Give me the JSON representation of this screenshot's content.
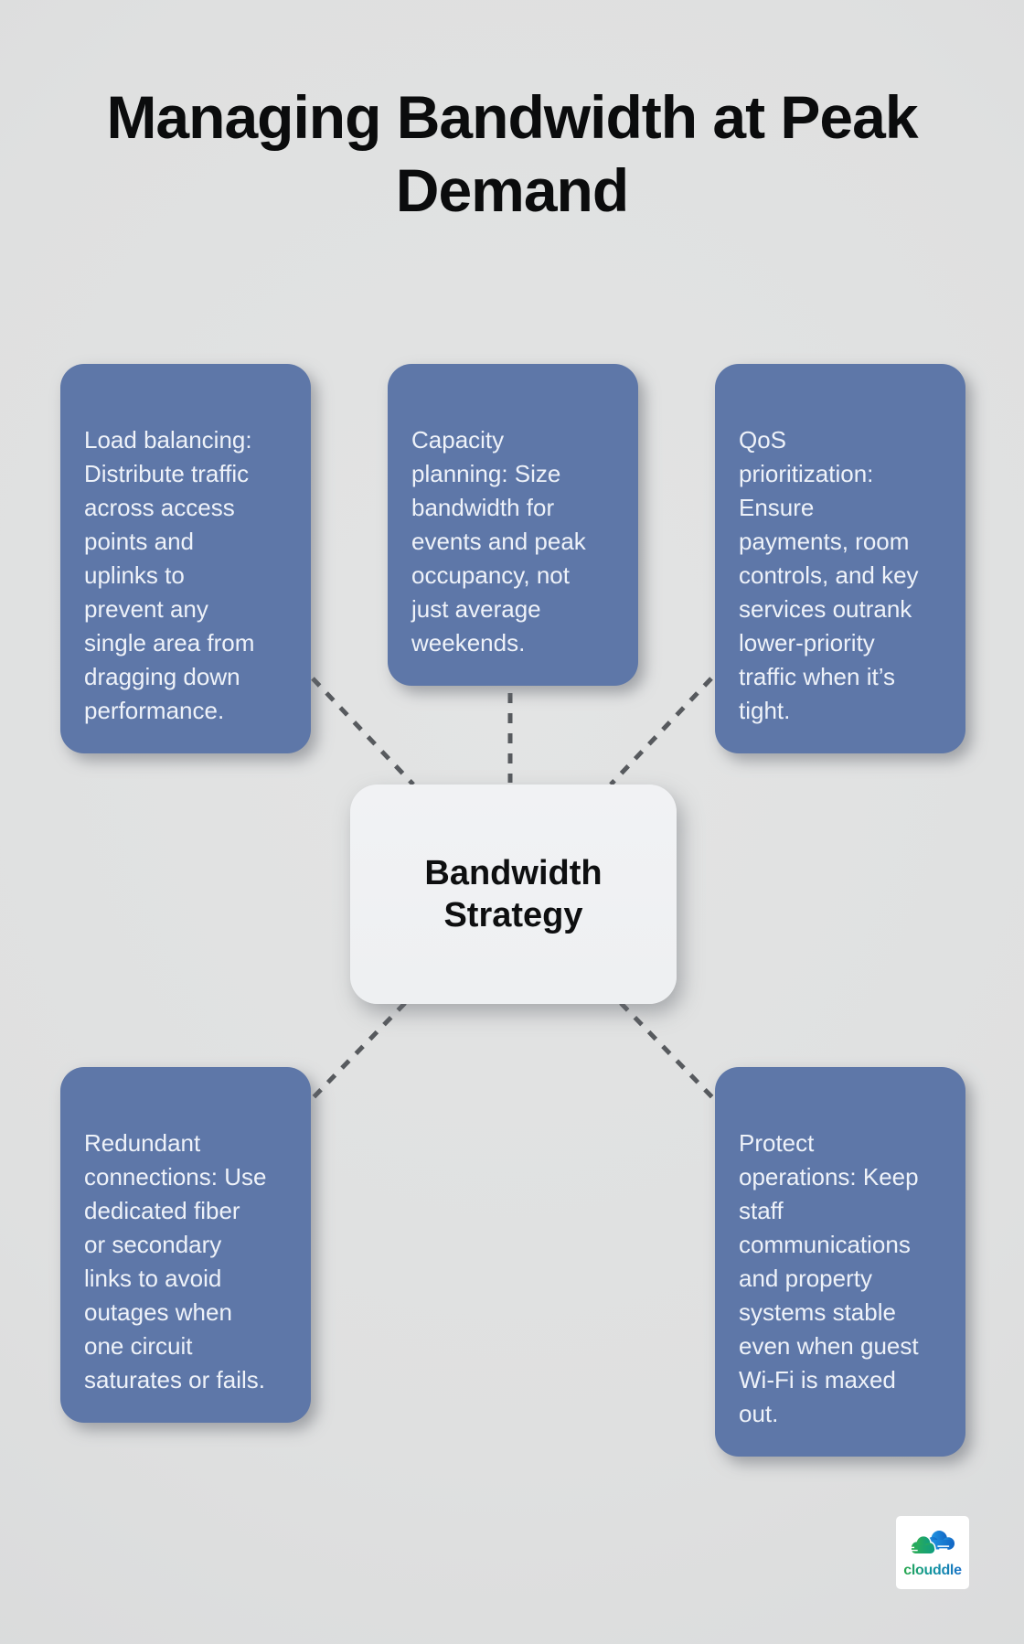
{
  "title": "Managing Bandwidth at Peak\nDemand",
  "center_node": {
    "label": "Bandwidth\nStrategy"
  },
  "nodes": [
    {
      "name": "load-balancing",
      "text": "Load balancing:\nDistribute traffic\nacross access\npoints and\nuplinks to\nprevent any\nsingle area from\ndragging down\nperformance."
    },
    {
      "name": "capacity-planning",
      "text": "Capacity\nplanning: Size\nbandwidth for\nevents and peak\noccupancy, not\njust average\nweekends."
    },
    {
      "name": "qos-prioritization",
      "text": "QoS\nprioritization:\nEnsure\npayments, room\ncontrols, and key\nservices outrank\nlower-priority\ntraffic when it’s\ntight."
    },
    {
      "name": "redundant-connections",
      "text": "Redundant\nconnections: Use\ndedicated fiber\nor secondary\nlinks to avoid\noutages when\none circuit\nsaturates or fails."
    },
    {
      "name": "protect-operations",
      "text": "Protect\noperations: Keep\nstaff\ncommunications\nand property\nsystems stable\neven when guest\nWi-Fi is maxed\nout."
    }
  ],
  "logo": {
    "brand": "clouddle"
  },
  "colors": {
    "background": "#dfe0e0",
    "node_fill": "#5e77a8",
    "node_text": "#eef2f9",
    "center_fill": "#eff0f2",
    "center_text": "#0e0f10",
    "title_text": "#0b0c0d",
    "connector": "#575a5e",
    "logo_green": "#2aa84b",
    "logo_blue": "#1a72c9"
  }
}
